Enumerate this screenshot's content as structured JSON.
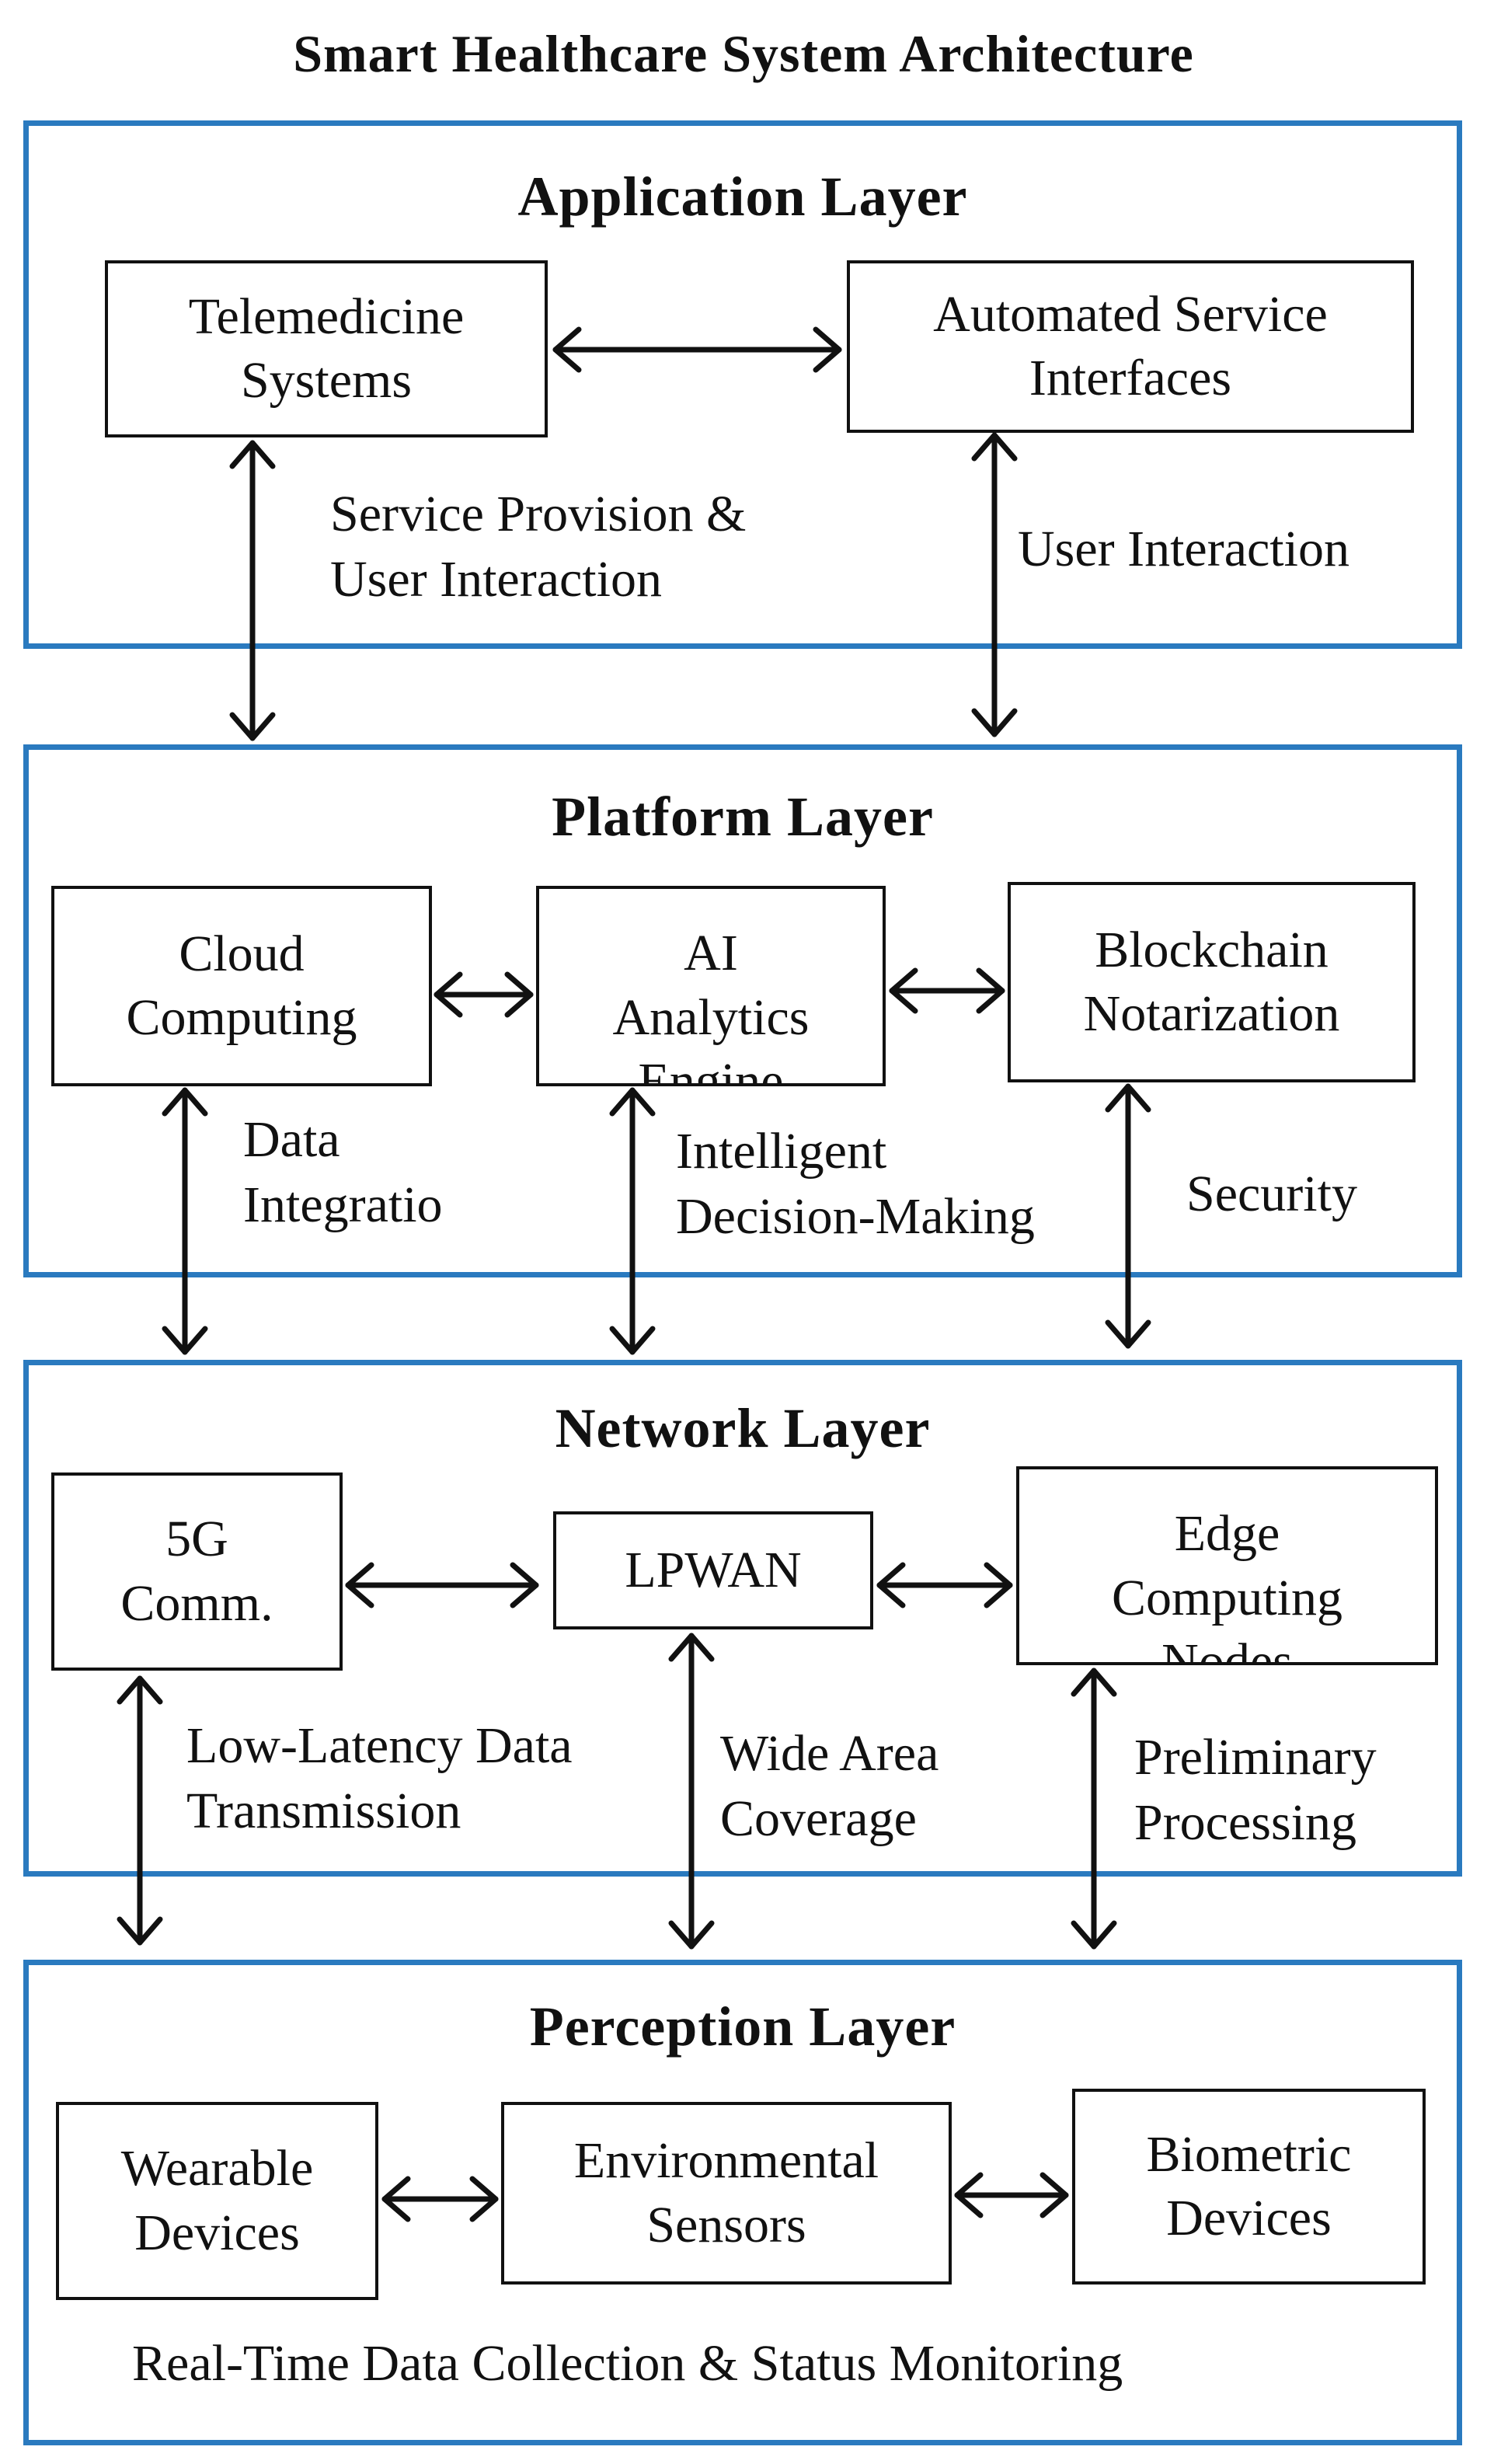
{
  "title": "Smart Healthcare System Architecture",
  "colors": {
    "layer_border": "#2a7abf",
    "box_border": "#111111"
  },
  "application": {
    "title": "Application Layer",
    "boxes": [
      "Telemedicine\nSystems",
      "Automated Service\nInterfaces"
    ],
    "labels": [
      "Service Provision &\nUser Interaction",
      "User Interaction"
    ]
  },
  "platform": {
    "title": "Platform Layer",
    "boxes": [
      "Cloud\nComputing",
      "AI\nAnalytics\nEngine",
      "Blockchain\nNotarization"
    ],
    "labels": [
      "Data\nIntegratio",
      "Intelligent\nDecision-Making",
      "Security"
    ]
  },
  "network": {
    "title": "Network Layer",
    "boxes": [
      "5G\nComm.",
      "LPWAN",
      "Edge\nComputing\nNodes"
    ],
    "labels": [
      "Low-Latency Data\nTransmission",
      "Wide Area\nCoverage",
      "Preliminary\nProcessing"
    ]
  },
  "perception": {
    "title": "Perception Layer",
    "boxes": [
      "Wearable\nDevices",
      "Environmental\nSensors",
      "Biometric\nDevices"
    ],
    "caption": "Real-Time Data Collection & Status Monitoring"
  }
}
